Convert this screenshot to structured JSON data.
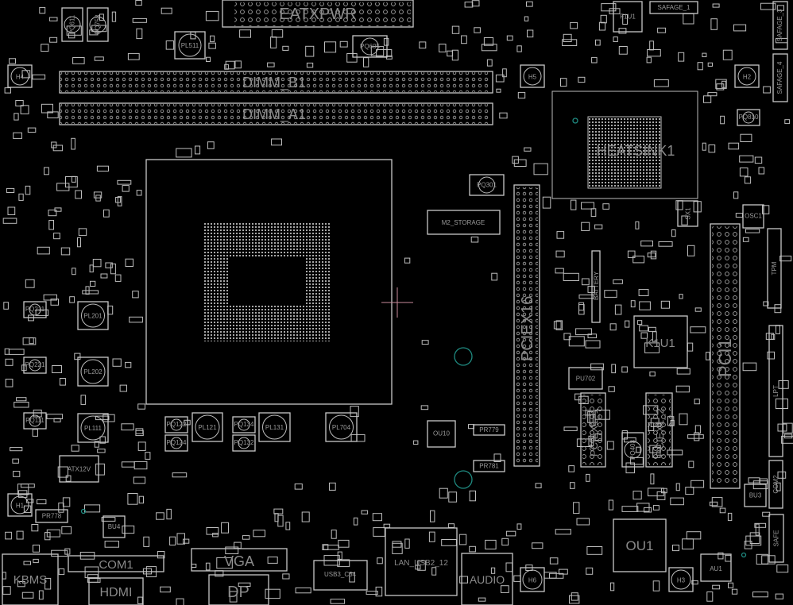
{
  "view": {
    "title": "Motherboard boardview",
    "accent_teal": "#1f8a80",
    "cursor_color": "#c88a9a"
  },
  "parts": {
    "eatxpwr": "EATXPWR",
    "dimm_b1": "DIMM_B1",
    "dimm_a1": "DIMM_A1",
    "heatsink": "HEATSINK1",
    "m2": "M2_STORAGE",
    "pciex16": "PCIEX16",
    "battery": "BATTERY",
    "k1u1": "K1U1",
    "pci1": "PCI1",
    "pu702": "PU702",
    "pq403": "PQ403",
    "pciex1_1": "PCIEX1_1",
    "pciex1_2": "PCIEX1_2",
    "sx1": "SX1",
    "osc1": "OSC1",
    "ou1": "OU1",
    "au1": "AU1",
    "bu3": "BU3",
    "bu4": "BU4",
    "lan": "LAN_USB2_12",
    "audio": "AUDIO",
    "kbms": "KBMS",
    "com1": "COM1",
    "hdmi": "HDMI",
    "vga": "VGA",
    "dp": "DP",
    "usb3": "USB3_C34",
    "h1": "H1",
    "h2": "H2",
    "h3": "H3",
    "h4": "H4",
    "h5": "H5",
    "h6": "H6",
    "pl201": "PL201",
    "pl202": "PL202",
    "pl111": "PL111",
    "pl121": "PL121",
    "pl131": "PL131",
    "pl704": "PL704",
    "pl511": "PL511",
    "pq605": "PQ605",
    "pq301": "PQ301",
    "pq211": "PQ211",
    "pq221": "PQ221",
    "pq111": "PQ111",
    "pq122": "PQ122",
    "pq124": "PQ124",
    "pq134": "PQ134",
    "pq132": "PQ132",
    "pq611": "PQ611",
    "pq758": "PQ758",
    "atx12v": "ATX12V",
    "pr779": "PR779",
    "pr781": "PR781",
    "pr778": "PR778",
    "f1u1": "F1U1",
    "safage1": "SAFAGE_1",
    "safage3": "SAFAGE_3",
    "safage4": "SAFAGE_4",
    "pq810": "PQ810",
    "ou10": "OU10",
    "tpm": "TPM",
    "lpt": "LPT",
    "com2": "COM2",
    "safe": "SAFE"
  }
}
